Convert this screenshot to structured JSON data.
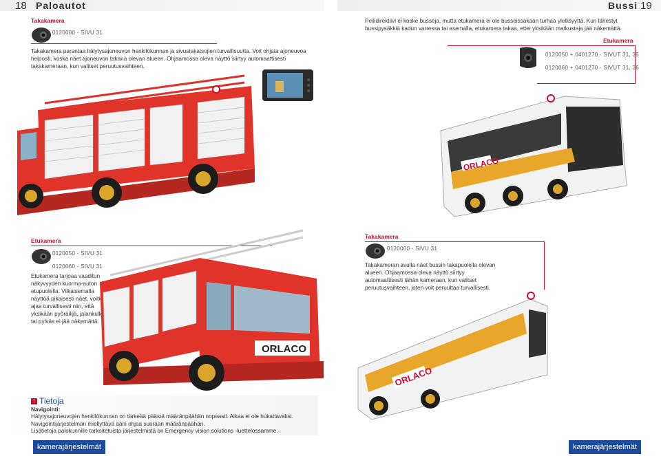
{
  "header": {
    "left_page_number": "18",
    "left_title": "Paloautot",
    "right_title": "Bussi",
    "right_page_number": "19"
  },
  "top_left": {
    "heading": "Takakamera",
    "code": "0120000 - SIVU 31",
    "text": "Takakamera parantaa hälytysajoneuvon henkilökunnan ja sivustakatsojien turvallisuutta. Voit ohjata ajoneuvoa helposti, koska näet ajoneuvon takana olevan alueen. Ohjaamossa oleva näyttö siirtyy automaattisesti takakameraan, kun valitset peruutusvaihteen."
  },
  "top_right": {
    "text": "Peilidirektiivi ei koske busseja, mutta etukamera ei ole busseissakaan turhaa ylellisyyttä. Kun lähestyt bussipysäkkiä kadun varressa tai asemalla, etukamera takaa, ettei yksikään matkustaja jää näkemättä.",
    "heading": "Etukamera",
    "code1": "0120050 + 0401270 - SIVUT 31, 36",
    "code2": "0120060 + 0401270 - SIVUT 31, 36"
  },
  "bottom_left": {
    "heading": "Etukamera",
    "code1": "0120050 - SIVU 31",
    "code2": "0120060 - SIVU 31",
    "text": "Etukamera tarjoaa vaaditun näkyvyyden kuorma-auton etupuolella. Vilkaisemalla näyttöä pikaisesti näet, voitko ajaa turvallisesti niin, että yksikään pyöräilijä, jalankulkija tai pylväs ei jää näkemättä."
  },
  "bottom_right": {
    "heading": "Takakamera",
    "code": "0120000 - SIVU 31",
    "text": "Takakameran avulla näet bussin takapuolella olevan alueen. Ohjaamossa oleva näyttö siirtyy automaattisesti tähän kameraan, kun valitset peruutusvaihteen, joten voit peruuttaa turvallisesti."
  },
  "info": {
    "title": "Tietoja",
    "subtitle": "Navigointi:",
    "line1": "Hälytysajoneuvojen henkilökunnan on tärkeää päästä määränpäähän nopeasti. Aikaa ei ole hukattavaksi. Navigointijärjestelmän miellyttävä ääni ohjaa suoraan määränpäähän.",
    "line2": "Lisätietoja palokunnille tarkoitetuista järjestelmistä on Emergency vision solutions -luettelossamme."
  },
  "footer": {
    "left_badge": "kamerajärjestelmät",
    "right_badge": "kamerajärjestelmät"
  },
  "brand_logo": "ORLACO",
  "colors": {
    "accent": "#c8102e",
    "badge": "#1c4b9c",
    "bus_yellow": "#e8a72a"
  }
}
